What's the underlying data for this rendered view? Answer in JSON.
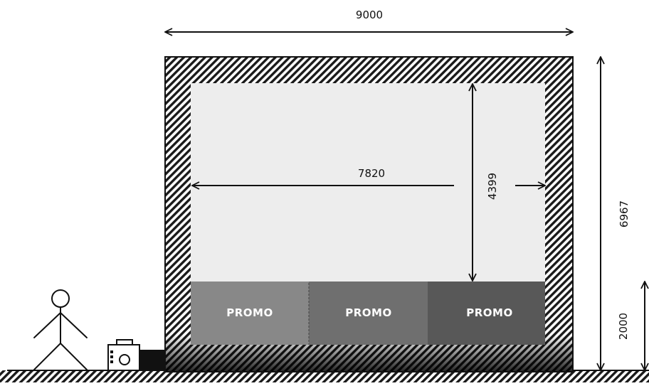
{
  "dimensions": {
    "total_width": "9000",
    "screen_width": "7820",
    "screen_height": "4399",
    "total_height": "6967",
    "clearance_height": "2000"
  },
  "promo_panels": [
    {
      "label": "PROMO",
      "color": "#888888"
    },
    {
      "label": "PROMO",
      "color": "#6f6f6f"
    },
    {
      "label": "PROMO",
      "color": "#585858"
    }
  ],
  "colors": {
    "screen": "#ededed",
    "frame_hatch": "#1a1a1a",
    "line": "#111111"
  },
  "icons": {
    "person": "stick-figure-icon",
    "projector": "projector-icon"
  }
}
